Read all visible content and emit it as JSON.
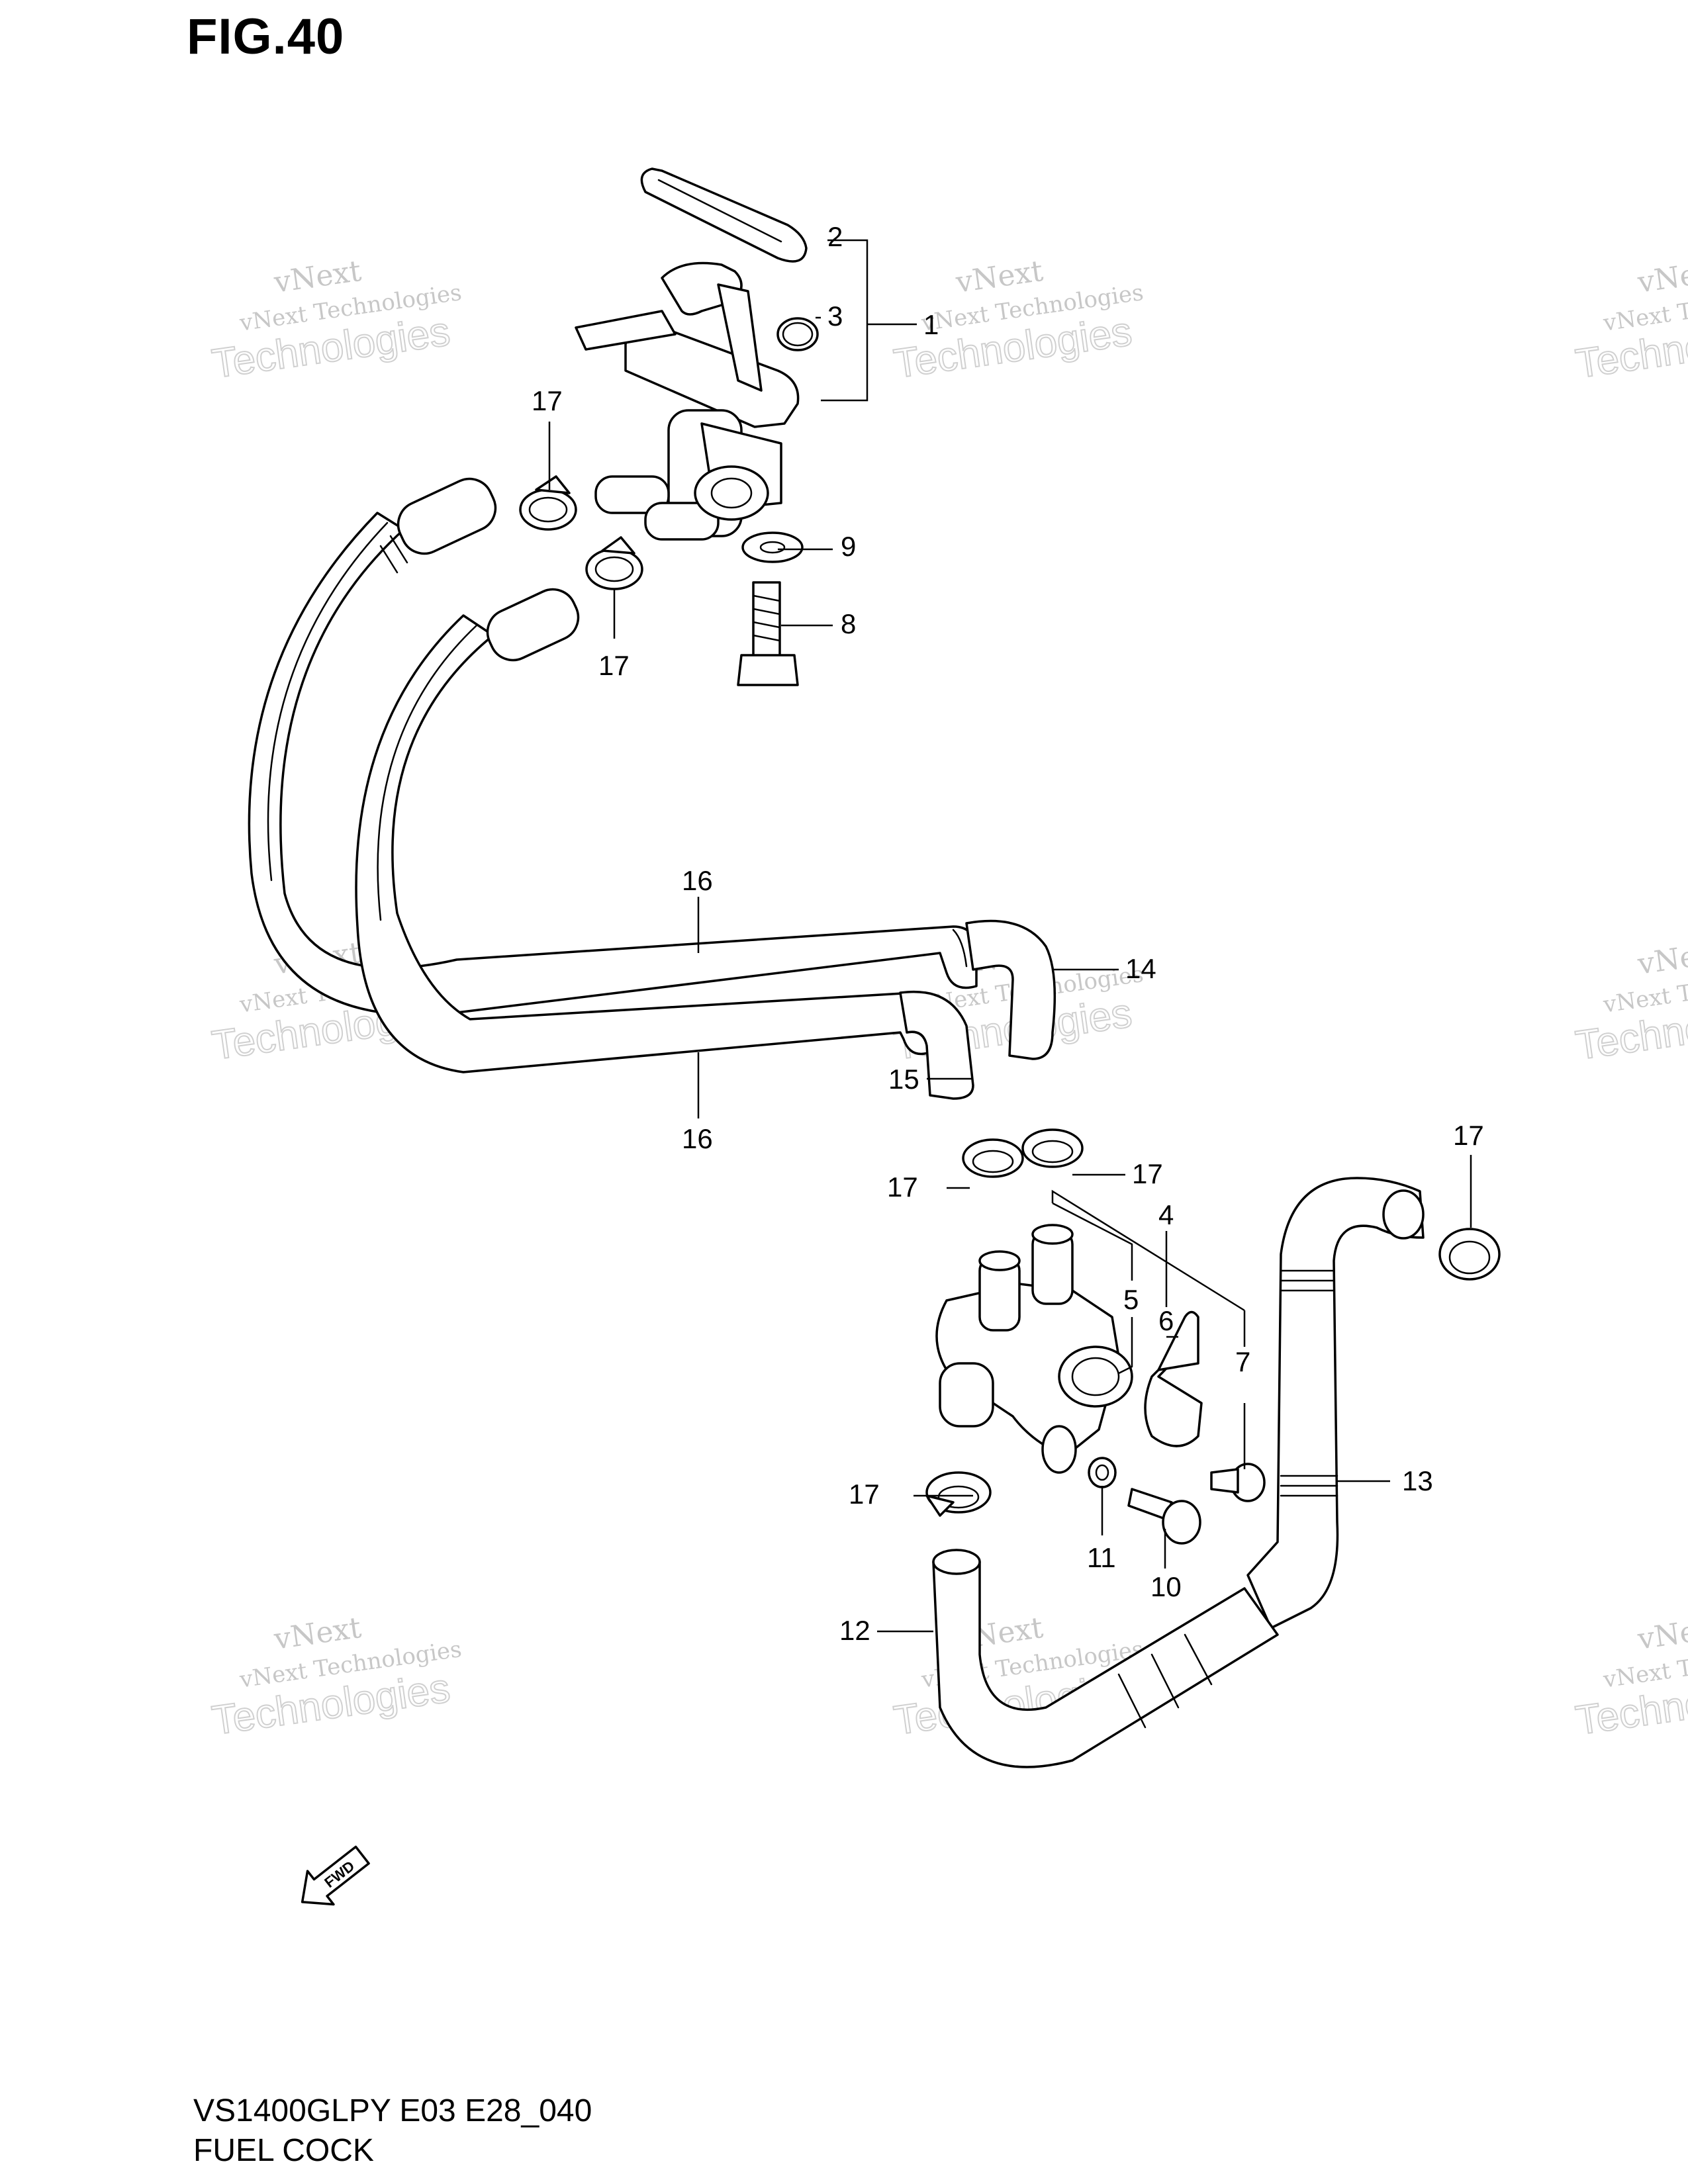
{
  "figure": {
    "title": "FIG.40",
    "model_code": "VS1400GLPY E03 E28_040",
    "section_name": "FUEL COCK"
  },
  "watermark": {
    "line1": "vNext",
    "line2": "vNext Technologies",
    "line3": "Technologies"
  },
  "callouts": [
    "1",
    "2",
    "3",
    "4",
    "5",
    "6",
    "7",
    "8",
    "9",
    "10",
    "11",
    "12",
    "13",
    "14",
    "15",
    "16",
    "17"
  ],
  "direction_indicator": {
    "label": "FWD",
    "icon": "fwd-arrow-icon"
  }
}
